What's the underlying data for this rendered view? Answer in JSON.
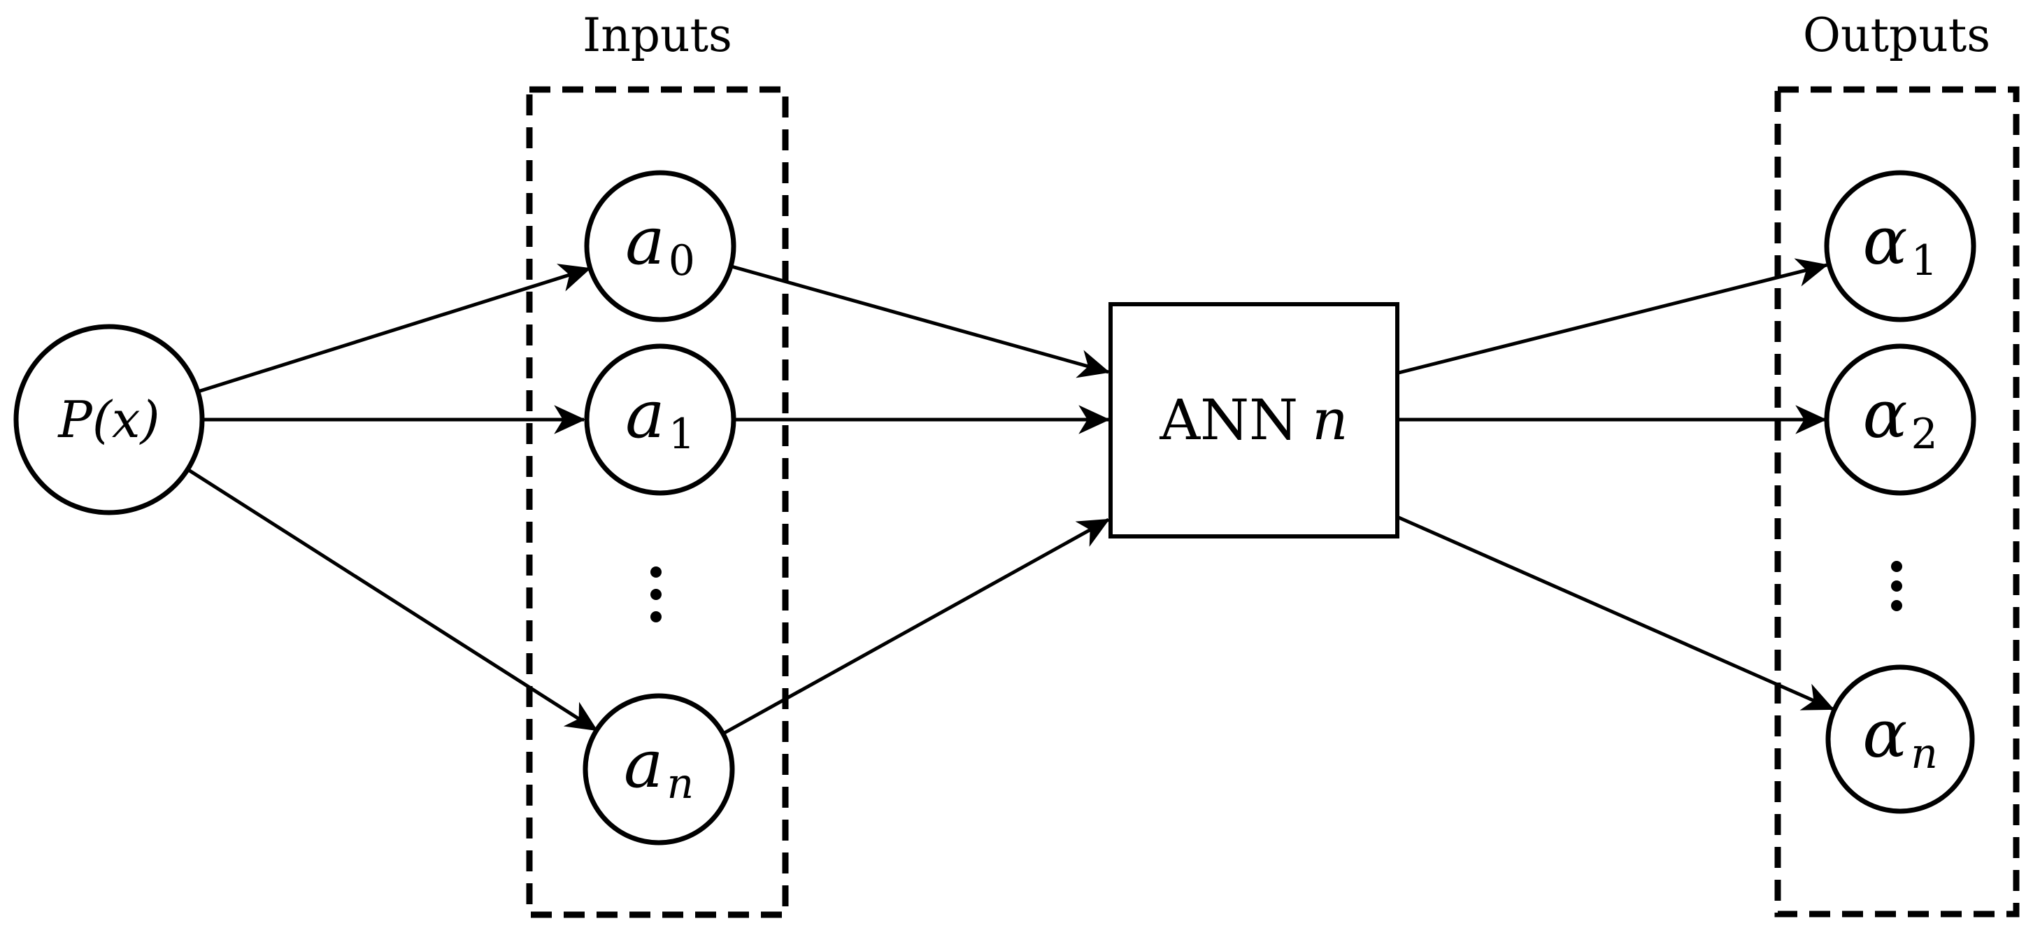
{
  "diagram": {
    "title_hidden": "",
    "colors": {
      "ink": "#000000",
      "paper": "#ffffff"
    },
    "source_node": {
      "label": "P(x)"
    },
    "inputs_group": {
      "title": "Inputs",
      "nodes": [
        {
          "base": "a",
          "sub": "0"
        },
        {
          "base": "a",
          "sub": "1"
        },
        {
          "base": "a",
          "sub": "n"
        }
      ],
      "ellipsis": "⋮"
    },
    "ann_box": {
      "label": "ANN",
      "suffix": "n"
    },
    "outputs_group": {
      "title": "Outputs",
      "nodes": [
        {
          "base": "α",
          "sub": "1"
        },
        {
          "base": "α",
          "sub": "2"
        },
        {
          "base": "α",
          "sub": "n"
        }
      ],
      "ellipsis": "⋮"
    }
  }
}
